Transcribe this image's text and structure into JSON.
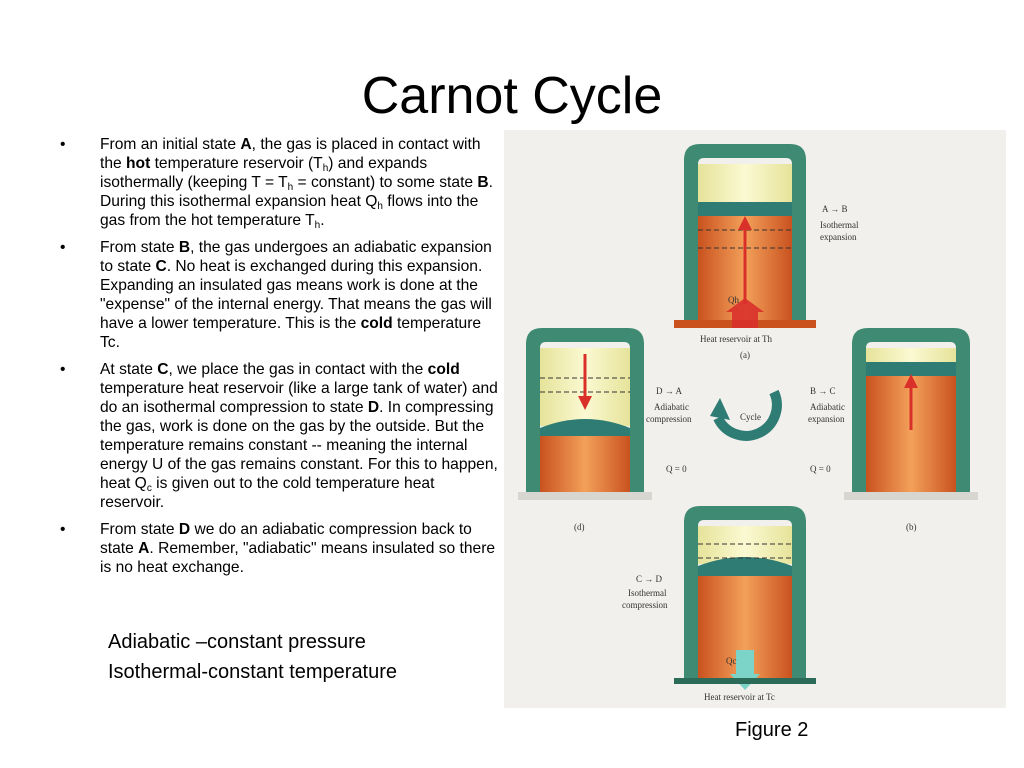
{
  "title": "Carnot Cycle",
  "bullet_symbol": "•",
  "bullets": [
    {
      "t1": "From an initial state ",
      "b1": "A",
      "t2": ", the gas is placed in contact with the ",
      "b2": "hot",
      "t3": " temperature reservoir (T",
      "s1": "h",
      "t4": ") and expands isothermally (keeping T = T",
      "s2": "h",
      "t5": " = constant) to some state ",
      "b3": "B",
      "t6": ". During this isothermal expansion heat Q",
      "s3": "h",
      "t7": " flows into the gas from the hot temperature T",
      "s4": "h",
      "t8": "."
    },
    {
      "t1": " From state ",
      "b1": "B",
      "t2": ", the gas undergoes an adiabatic expansion to state ",
      "b2": "C",
      "t3": ". No heat is exchanged during this expansion. Expanding an insulated gas means work is done at the \"expense\" of the internal energy. That means the gas will have a lower temperature. This is the ",
      "b3": "cold",
      "t4": " temperature Tc."
    },
    {
      "t1": "At state ",
      "b1": "C",
      "t2": ", we place the gas in contact with the ",
      "b2": "cold",
      "t3": " temperature heat reservoir (like a large tank of water) and do an isothermal compression to state ",
      "b3": "D",
      "t4": ". In compressing the gas, work is done on the gas by the outside. But the temperature remains constant -- meaning the internal energy U of the gas remains constant. For this to happen, heat Q",
      "s1": "c",
      "t5": " is given out to the cold temperature heat reservoir."
    },
    {
      "t1": "From state ",
      "b1": "D",
      "t2": " we do an adiabatic compression back to state ",
      "b2": "A",
      "t3": ". Remember, \"adiabatic\" means insulated so there is no heat exchange."
    }
  ],
  "summary": [
    "Adiabatic –constant pressure",
    "Isothermal-constant temperature"
  ],
  "caption": "Figure 2",
  "figure": {
    "a": {
      "step": "A → B",
      "kind1": "Isothermal",
      "kind2": "expansion",
      "heat": "Qh",
      "reservoir": "Heat reservoir at Th",
      "tag": "(a)"
    },
    "b": {
      "step": "B → C",
      "kind1": "Adiabatic",
      "kind2": "expansion",
      "q": "Q = 0",
      "tag": "(b)"
    },
    "c": {
      "step": "C → D",
      "kind1": "Isothermal",
      "kind2": "compression",
      "heat": "Qc",
      "reservoir": "Heat reservoir at Tc"
    },
    "d": {
      "step": "D → A",
      "kind1": "Adiabatic",
      "kind2": "compression",
      "q": "Q = 0",
      "tag": "(d)"
    },
    "cycle": "Cycle"
  },
  "colors": {
    "wall": "#3f8a72",
    "wall_dark": "#2c6b57",
    "gas": "#e8773a",
    "piston": "#2e7c74",
    "space": "#f4f2b8",
    "arrow_hot": "#d9302a",
    "arrow_cold": "#7cd4c8"
  }
}
